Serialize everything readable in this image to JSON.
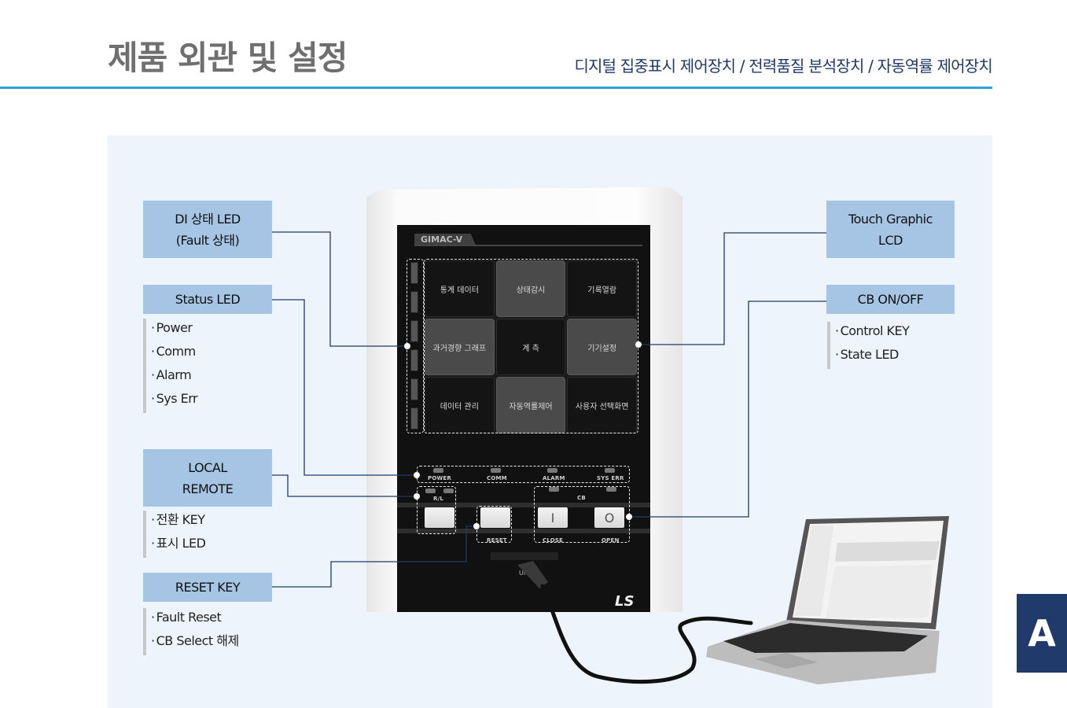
{
  "header": {
    "title": "제품 외관 및 설정",
    "subtitle": "디지털 집중표시 제어장치 / 전력품질 분석장치 / 자동역률 제어장치"
  },
  "colors": {
    "accent_rule": "#30a1dc",
    "label_box": "#a6c5e4",
    "connector": "#1f3a68",
    "panel_bg": "#eef4fc",
    "side_tab": "#213a6c"
  },
  "callouts": {
    "di_led": {
      "lines": [
        "DI 상태 LED",
        "(Fault 상태)"
      ]
    },
    "status_led": {
      "lines": [
        "Status LED"
      ],
      "bullets": [
        "Power",
        "Comm",
        "Alarm",
        "Sys Err"
      ]
    },
    "local_remote": {
      "lines": [
        "LOCAL",
        "REMOTE"
      ],
      "bullets": [
        "전환 KEY",
        "표시 LED"
      ]
    },
    "reset_key": {
      "lines": [
        "RESET KEY"
      ],
      "bullets": [
        "Fault Reset",
        "CB Select 해제"
      ]
    },
    "touch_lcd": {
      "lines": [
        "Touch Graphic",
        "LCD"
      ]
    },
    "cb_onoff": {
      "lines": [
        "CB ON/OFF"
      ],
      "bullets": [
        "Control KEY",
        "State LED"
      ]
    }
  },
  "device": {
    "brand": "GIMAC-V",
    "lcd_menu": [
      {
        "label": "통계 데이터",
        "style": "dark"
      },
      {
        "label": "상태감시",
        "style": "light"
      },
      {
        "label": "기록열람",
        "style": "dark"
      },
      {
        "label": "과거경향 그래프",
        "style": "light"
      },
      {
        "label": "계 측",
        "style": "dark"
      },
      {
        "label": "기기설정",
        "style": "light"
      },
      {
        "label": "데이터 관리",
        "style": "dark"
      },
      {
        "label": "자동역률제어",
        "style": "light"
      },
      {
        "label": "사용자 선택화면",
        "style": "dark"
      }
    ],
    "status_leds": [
      "POWER",
      "COMM",
      "ALARM",
      "SYS ERR"
    ],
    "rl_label": "R/L",
    "cb_label": "CB",
    "reset_label": "RESET",
    "close_label": "CLOSE",
    "open_label": "OPEN",
    "close_symbol": "I",
    "open_symbol": "O",
    "port_label": "UI",
    "logo": "LS"
  },
  "side_tab": "A"
}
